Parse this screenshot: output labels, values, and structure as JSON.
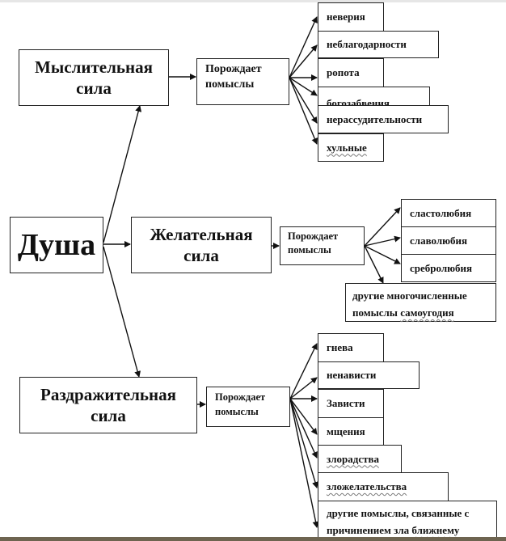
{
  "root": {
    "label": "Душа"
  },
  "branches": [
    {
      "power": {
        "line1": "Мыслительная",
        "line2": "сила"
      },
      "generates": {
        "line1": "Порождает",
        "line2": "помыслы"
      },
      "thoughts": [
        "неверия",
        "неблагодарности",
        "ропота",
        "богозабвения",
        "нерассудительности",
        "хульные"
      ]
    },
    {
      "power": {
        "line1": "Желательная",
        "line2": "сила"
      },
      "generates": {
        "line1": "Порождает",
        "line2": "помыслы"
      },
      "thoughts": [
        "сластолюбия",
        "славолюбия",
        "сребролюбия"
      ],
      "other": {
        "line1": "другие многочисленные",
        "line2_a": "помыслы ",
        "line2_b": "самоугодия"
      }
    },
    {
      "power": {
        "line1": "Раздражительная",
        "line2": "сила"
      },
      "generates": {
        "line1": "Порождает",
        "line2": "помыслы"
      },
      "thoughts": [
        "гнева",
        "ненависти",
        "Зависти",
        "мщения",
        "злорадства",
        "зложелательства"
      ],
      "other": {
        "line1": "другие помыслы, связанные с",
        "line2_a": "причинением зла ",
        "line2_b": "ближнему"
      }
    }
  ]
}
